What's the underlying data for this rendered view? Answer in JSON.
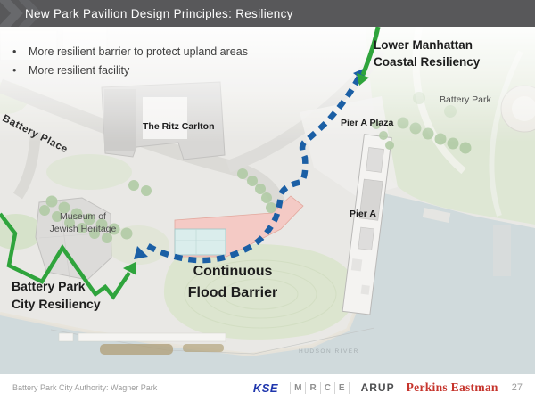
{
  "header": {
    "title": "New Park Pavilion Design Principles: Resiliency"
  },
  "bullets": {
    "marker": "•",
    "items": [
      {
        "text": "More resilient barrier to protect upland areas"
      },
      {
        "text": "More resilient facility"
      }
    ]
  },
  "map": {
    "labels": {
      "battery_place": "Battery Place",
      "ritz_carlton": "The Ritz Carlton",
      "pier_a_plaza": "Pier A Plaza",
      "battery_park": "Battery Park",
      "pier_a": "Pier A",
      "museum_line1": "Museum of",
      "museum_line2": "Jewish Heritage",
      "hudson_river": "HUDSON RIVER"
    },
    "annotations": {
      "lower_manhattan": {
        "line1": "Lower Manhattan",
        "line2": "Coastal Resiliency"
      },
      "battery_park_city": {
        "line1": "Battery Park",
        "line2": "City Resiliency"
      },
      "flood_barrier": {
        "line1": "Continuous",
        "line2": "Flood Barrier"
      }
    }
  },
  "footer": {
    "credit": "Battery Park City Authority: Wagner Park",
    "logos": {
      "kse": "KSE",
      "mrce_letters": [
        "M",
        "R",
        "C",
        "E"
      ],
      "arup": "ARUP",
      "perkins_eastman": "Perkins Eastman"
    },
    "page_number": "27"
  },
  "colors": {
    "header_bar": "#58585a",
    "resiliency_arrow_green": "#2fa43c",
    "flood_barrier_blue": "#1b5fa5",
    "pavilion_pink": "#f3c6c0",
    "pavilion_cyan": "#d7eceb",
    "water": "#ccd7da",
    "kse_blue": "#1f36ad",
    "perkins_red": "#c6342c"
  }
}
